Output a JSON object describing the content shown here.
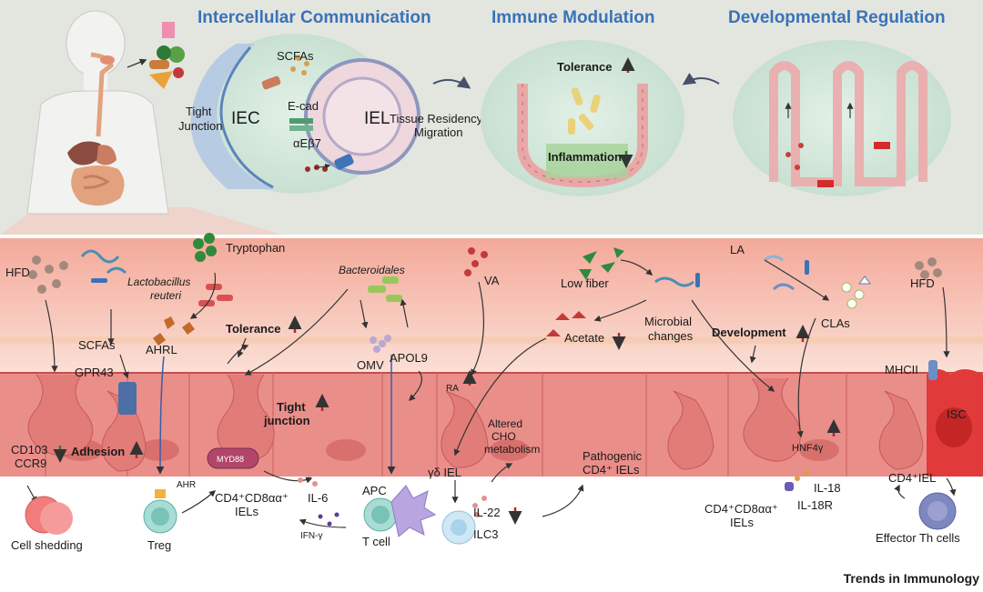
{
  "headers": {
    "intercellular": "Intercellular Communication",
    "immune": "Immune Modulation",
    "developmental": "Developmental Regulation"
  },
  "top_panel": {
    "scfas": "SCFAs",
    "tight_junction_line1": "Tight",
    "tight_junction_line2": "Junction",
    "iec": "IEC",
    "ecad": "E-cad",
    "iel": "IEL",
    "aeb7": "αEβ7",
    "tissue_residency": "Tissue Residency",
    "migration": "Migration",
    "tolerance": "Tolerance",
    "inflammation": "Inflammation"
  },
  "bottom_panel": {
    "hfd_left": "HFD",
    "tryptophan": "Tryptophan",
    "lactobacillus_line1": "Lactobacillus",
    "lactobacillus_line2": "reuteri",
    "bacteroidales": "Bacteroidales",
    "va": "VA",
    "low_fiber": "Low fiber",
    "la": "LA",
    "hfd_right": "HFD",
    "scfas": "SCFAs",
    "ahrl": "AHRL",
    "tolerance": "Tolerance",
    "omv": "OMV",
    "apol9": "APOL9",
    "acetate": "Acetate",
    "microbial_line1": "Microbial",
    "microbial_line2": "changes",
    "development": "Development",
    "clas": "CLAs",
    "gpr43": "GPR43",
    "ra": "RA",
    "mhcii": "MHCII",
    "cd103": "CD103",
    "ccr9": "CCR9",
    "adhesion": "Adhesion",
    "myd88": "MYD88",
    "tight_line1": "Tight",
    "tight_line2": "junction",
    "altered_line1": "Altered",
    "altered_line2": "CHO",
    "altered_line3": "metabolism",
    "gd_iel": "γδ IEL",
    "pathogenic_line1": "Pathogenic",
    "pathogenic_line2": "CD4⁺ IELs",
    "hnf4g": "HNF4γ",
    "isc": "ISC",
    "ahr": "AHR",
    "cd4cd8_left_line1": "CD4⁺CD8αα⁺",
    "cd4cd8_left_line2": "IELs",
    "il6": "IL-6",
    "apc": "APC",
    "il22": "IL-22",
    "il18": "IL-18",
    "il18r": "IL-18R",
    "cd4cd8_right_line1": "CD4⁺CD8αα⁺",
    "cd4cd8_right_line2": "IELs",
    "cd4_iel": "CD4⁺IEL",
    "cell_shedding": "Cell shedding",
    "treg": "Treg",
    "ifng": "IFN-γ",
    "tcell": "T cell",
    "ilc3": "ILC3",
    "effector": "Effector Th cells"
  },
  "journal": "Trends in Immunology",
  "colors": {
    "header_blue": "#3a72b8",
    "arrow_red": "#b02a2a",
    "arrow_green": "#2f7d32",
    "epithelium": "#e57f7d",
    "lumen": "#f6c3b6",
    "top_bg": "#e2e6de"
  }
}
